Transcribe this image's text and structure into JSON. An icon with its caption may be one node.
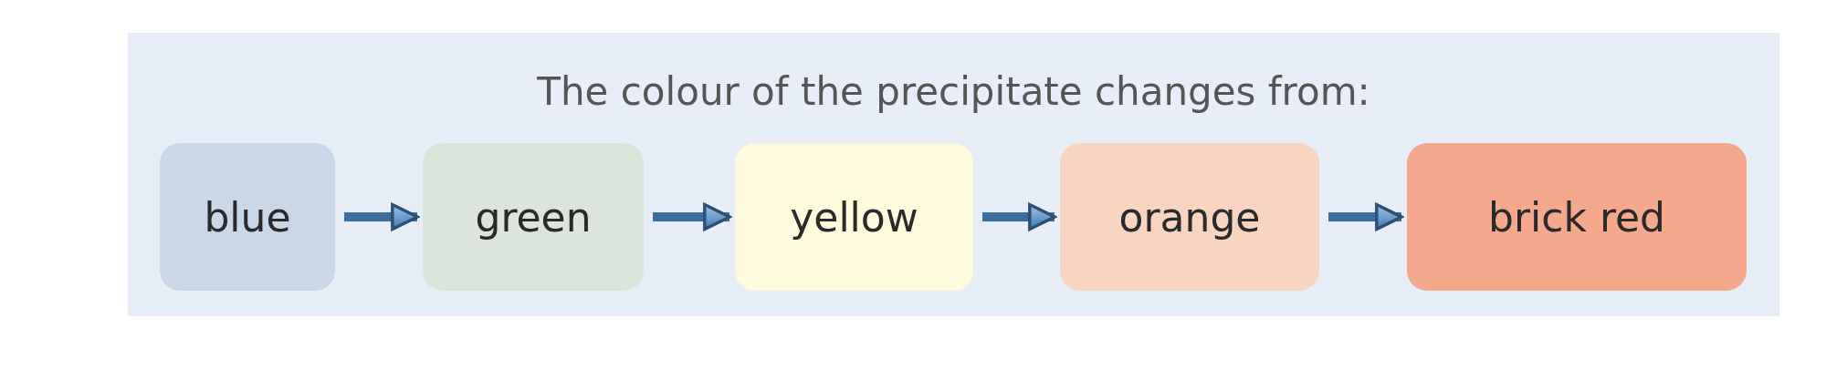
{
  "diagram": {
    "nodes": [
      {
        "text": [
          "The colour of the precipitate changes from:"
        ]
      },
      {
        "text": [
          "blue"
        ],
        "in": 0
      },
      {
        "text": [
          "green"
        ],
        "in": 0
      },
      {
        "text": [
          "yellow"
        ],
        "in": 0
      },
      {
        "text": [
          "orange"
        ],
        "in": 0
      },
      {
        "text": [
          "brick red"
        ],
        "in": 0
      }
    ],
    "edges": [
      {
        "from": 1,
        "to": 2,
        "arrow": "to"
      },
      {
        "from": 2,
        "to": 3,
        "arrow": "to"
      },
      {
        "from": 3,
        "to": 4,
        "arrow": "to"
      },
      {
        "from": 4,
        "to": 5,
        "arrow": "to"
      }
    ]
  }
}
